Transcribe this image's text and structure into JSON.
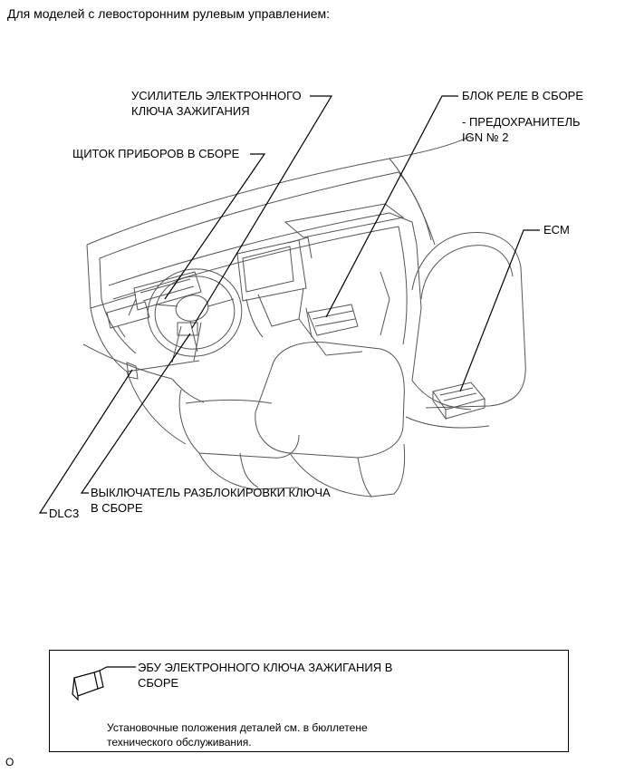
{
  "heading": "Для моделей с левосторонним рулевым управлением:",
  "labels": {
    "key_amplifier_line1": "УСИЛИТЕЛЬ ЭЛЕКТРОННОГО",
    "key_amplifier_line2": "КЛЮЧА ЗАЖИГАНИЯ",
    "relay_block": "БЛОК РЕЛЕ В СБОРЕ",
    "fuse_line1": "- ПРЕДОХРАНИТЕЛЬ",
    "fuse_line2": "IGN № 2",
    "combination_meter": "ЩИТОК ПРИБОРОВ В СБОРЕ",
    "ecm": "ECM",
    "unlock_switch_line1": "ВЫКЛЮЧАТЕЛЬ РАЗБЛОКИРОВКИ КЛЮЧА",
    "unlock_switch_line2": "В СБОРЕ",
    "dlc3": "DLC3"
  },
  "legend": {
    "ecu_line1": "ЭБУ ЭЛЕКТРОННОГО КЛЮЧА ЗАЖИГАНИЯ В",
    "ecu_line2": "СБОРЕ",
    "note_line1": "Установочные положения деталей см. в бюллетене",
    "note_line2": "технического обслуживания."
  },
  "figure_code": "O"
}
